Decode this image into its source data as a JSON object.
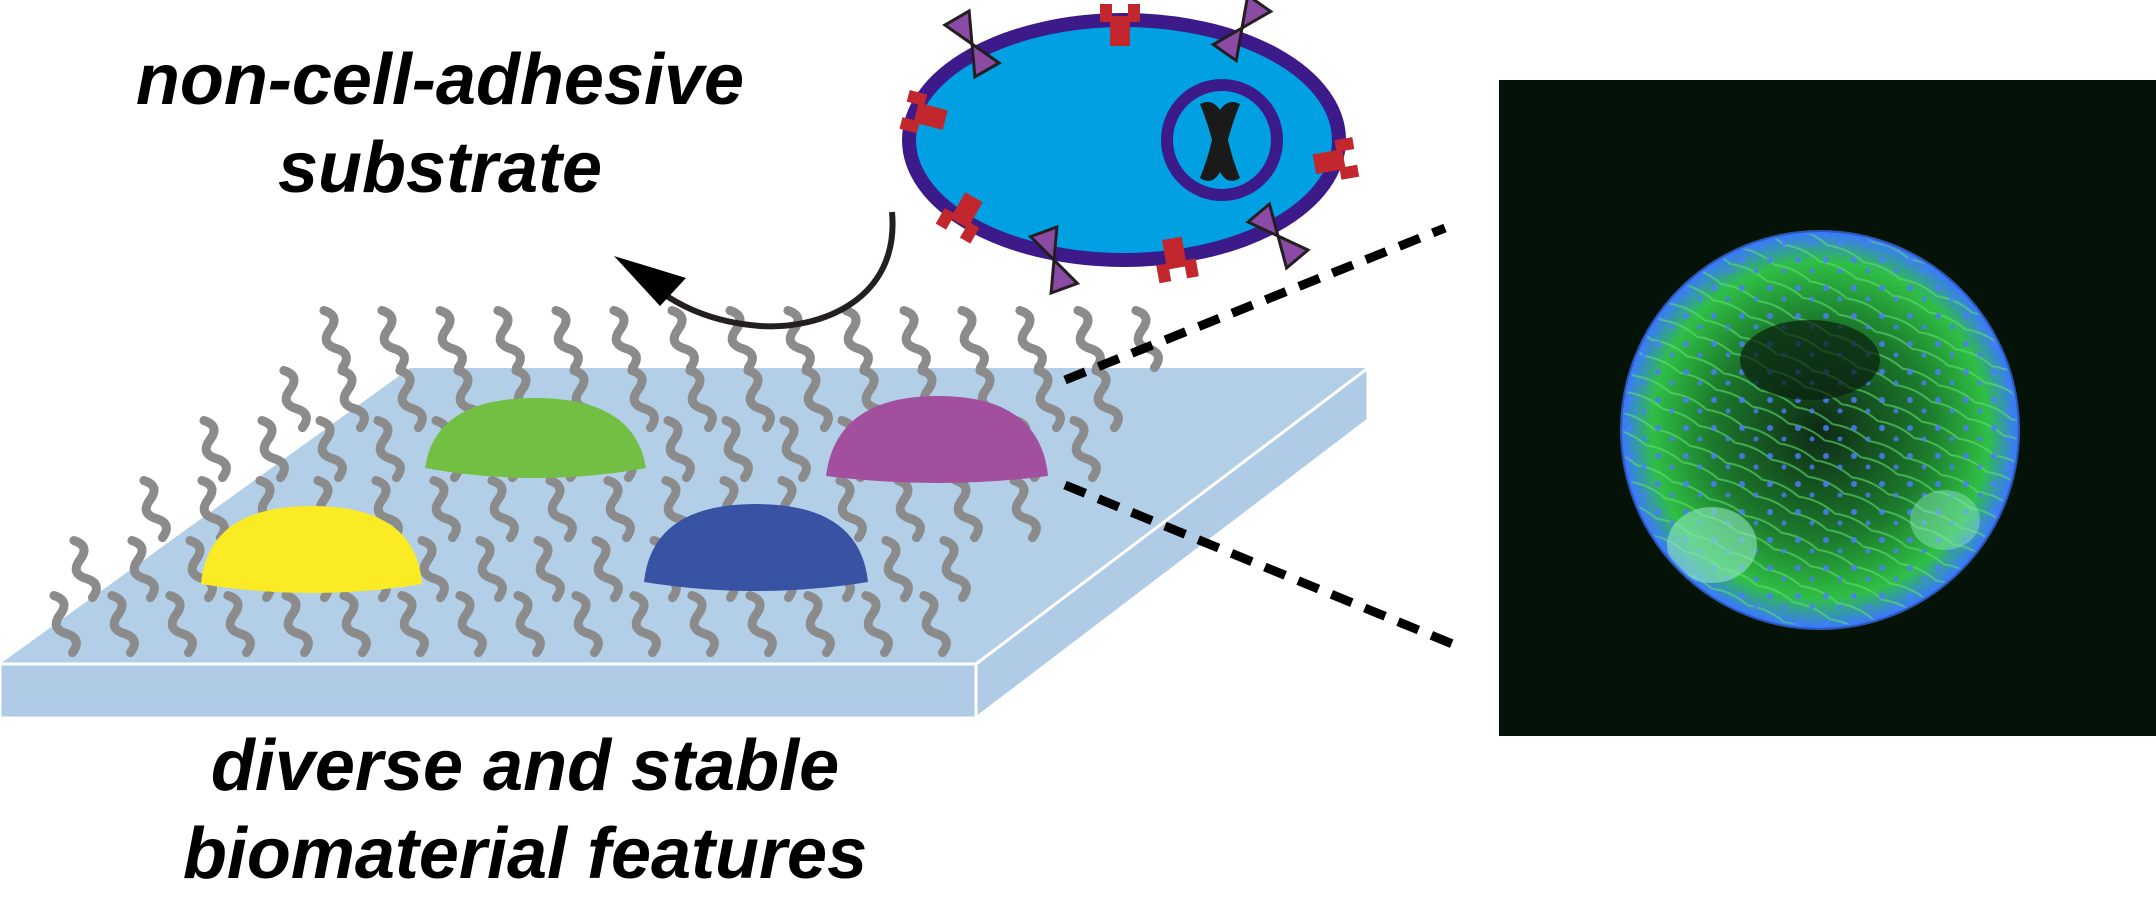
{
  "captions": {
    "substrate": [
      "non-cell-adhesive",
      "substrate"
    ],
    "features": [
      "diverse and stable",
      "biomaterial features"
    ]
  },
  "features": [
    {
      "name": "green-feature",
      "color": "#72bf44"
    },
    {
      "name": "purple-feature",
      "color": "#a24f9e"
    },
    {
      "name": "yellow-feature",
      "color": "#fbeb24"
    },
    {
      "name": "blue-feature",
      "color": "#3853a4"
    }
  ],
  "colors": {
    "substrate_top": "#b3cfe8",
    "substrate_side": "#afcbe5",
    "polymer_brush": "#8b8b8b",
    "cell_cytoplasm": "#00a0e2",
    "cell_membrane": "#3d1a8a",
    "receptor_red": "#c1272d",
    "receptor_purple": "#8b4aa4",
    "micrograph_background": "#041208",
    "micrograph_actin": "#2fbf45",
    "micrograph_nuclei": "#3a78ff"
  },
  "icons": [
    "cell-icon",
    "nucleus-icon",
    "chromosome-icon",
    "receptor-icon",
    "curved-arrow-icon",
    "zoom-lines",
    "micrograph-image"
  ]
}
